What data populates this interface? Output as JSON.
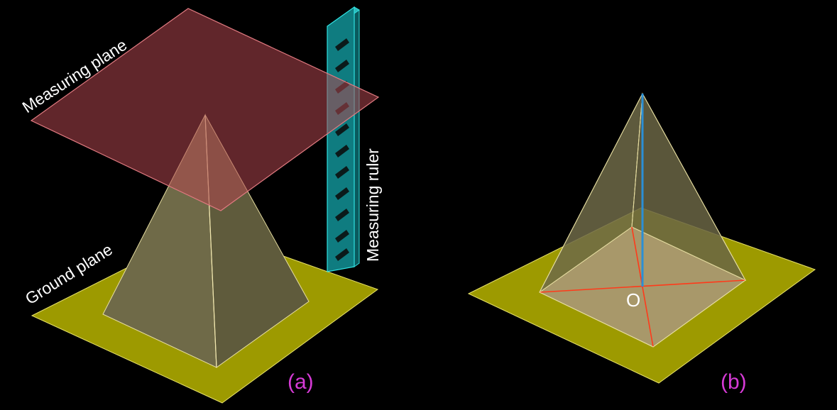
{
  "colors": {
    "background": "#000000",
    "ground_fill": "#9d9a00",
    "ground_edge": "#e8e26a",
    "pyramid_fill": "#6f6a48",
    "pyramid_edge": "#e6dda0",
    "pyramid_base_fill": "#a8986a",
    "measuring_plane_fill": "#b0464e",
    "measuring_plane_edge": "#e07a80",
    "ruler_fill": "#0f7c80",
    "ruler_edge": "#2fe0e0",
    "ruler_mark": "#0b1a1a",
    "height_line": "#2a8fd6",
    "diagonal_line": "#ff3a1a",
    "subfigure_label": "#d63ad6"
  },
  "panel_a": {
    "measuring_plane_label": "Measuring plane",
    "ground_plane_label": "Ground plane",
    "measuring_ruler_label": "Measuring ruler",
    "subfigure_label": "(a)"
  },
  "panel_b": {
    "center_label": "O",
    "subfigure_label": "(b)"
  }
}
